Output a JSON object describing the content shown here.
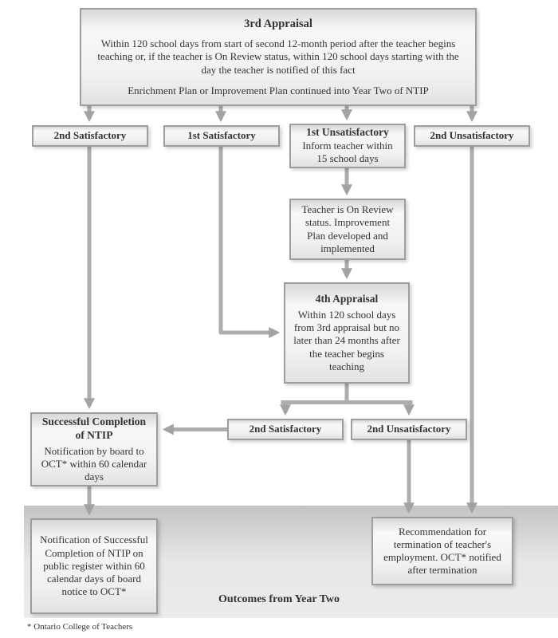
{
  "diagram": {
    "appraisal3": {
      "title": "3rd Appraisal",
      "body": "Within 120 school days from start of second 12-month period after the teacher begins teaching or, if the teacher is On Review status, within 120 school days starting with the day the teacher is notified of this fact",
      "note": "Enrichment Plan or Improvement Plan continued into Year Two of NTIP"
    },
    "branch_2nd_satisfactory": "2nd Satisfactory",
    "branch_1st_satisfactory": "1st Satisfactory",
    "branch_1st_unsatisfactory": {
      "title": "1st Unsatisfactory",
      "body": "Inform teacher within 15 school days"
    },
    "branch_2nd_unsatisfactory": "2nd Unsatisfactory",
    "on_review": "Teacher is On Review status. Improvement Plan developed and implemented",
    "appraisal4": {
      "title": "4th Appraisal",
      "body": "Within 120 school days from 3rd appraisal but no later than 24 months after the teacher begins teaching"
    },
    "outcome_2nd_satisfactory": "2nd Satisfactory",
    "outcome_2nd_unsatisfactory": "2nd Unsatisfactory",
    "success": {
      "title": "Successful Completion of NTIP",
      "body": "Notification by board to OCT* within 60 calendar days"
    },
    "public_register": "Notification of Successful Completion of NTIP on public register within 60 calendar days of board notice to OCT*",
    "termination": "Recommendation for termination of teacher's employment. OCT* notified after termination",
    "outcomes_label": "Outcomes from Year Two",
    "footnote": "* Ontario College of Teachers",
    "colors": {
      "arrow": "#a8a8a8",
      "box_border": "#9e9e9e",
      "band": "#e0e0e0"
    }
  }
}
